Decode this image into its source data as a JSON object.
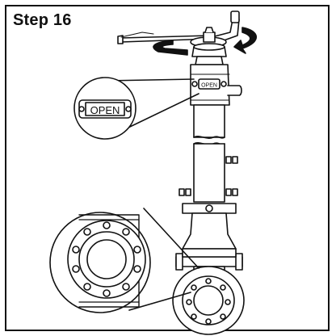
{
  "step": {
    "title": "Step 16"
  },
  "valve": {
    "indicator_text": "OPEN",
    "indicator_zoom_text": "OPEN"
  },
  "colors": {
    "ink": "#111111",
    "background": "#ffffff"
  }
}
